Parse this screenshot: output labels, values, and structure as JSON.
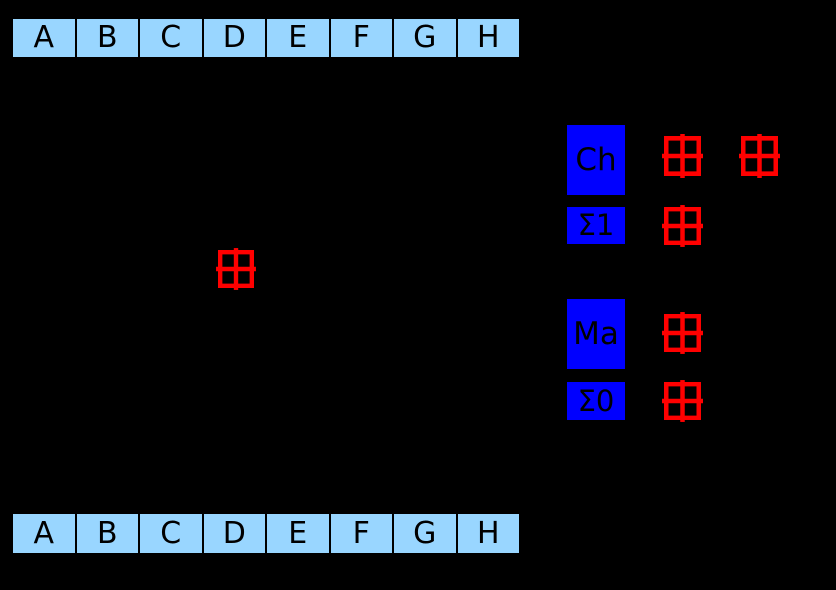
{
  "colors": {
    "background": "#000000",
    "register_fill": "#99d6ff",
    "function_fill": "#0000ff",
    "adder_stroke": "#ff0000",
    "label_text": "#000000"
  },
  "registers": {
    "top": [
      "A",
      "B",
      "C",
      "D",
      "E",
      "F",
      "G",
      "H"
    ],
    "bottom": [
      "A",
      "B",
      "C",
      "D",
      "E",
      "F",
      "G",
      "H"
    ]
  },
  "functions": {
    "ch": "Ch",
    "sigma1": "Σ1",
    "ma": "Ma",
    "sigma0": "Σ0"
  },
  "icons": {
    "adder": "boxed-plus-icon",
    "adder_count": 6
  }
}
